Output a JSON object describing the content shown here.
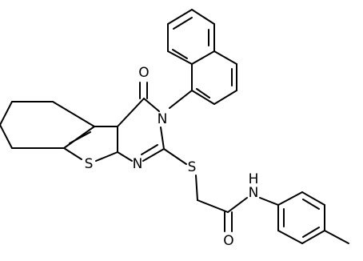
{
  "atoms": {
    "oxygen_carbonyl_ring": "O",
    "nitrogen_ring_3": "N",
    "sulfur_thiophene": "S",
    "nitrogen_ring_1": "N",
    "sulfur_thioether": "S",
    "oxygen_amide": "O",
    "nitrogen_amide": "N",
    "hydrogen_amide": "H"
  },
  "colors": {
    "bond": "#000000",
    "background": "#ffffff"
  }
}
